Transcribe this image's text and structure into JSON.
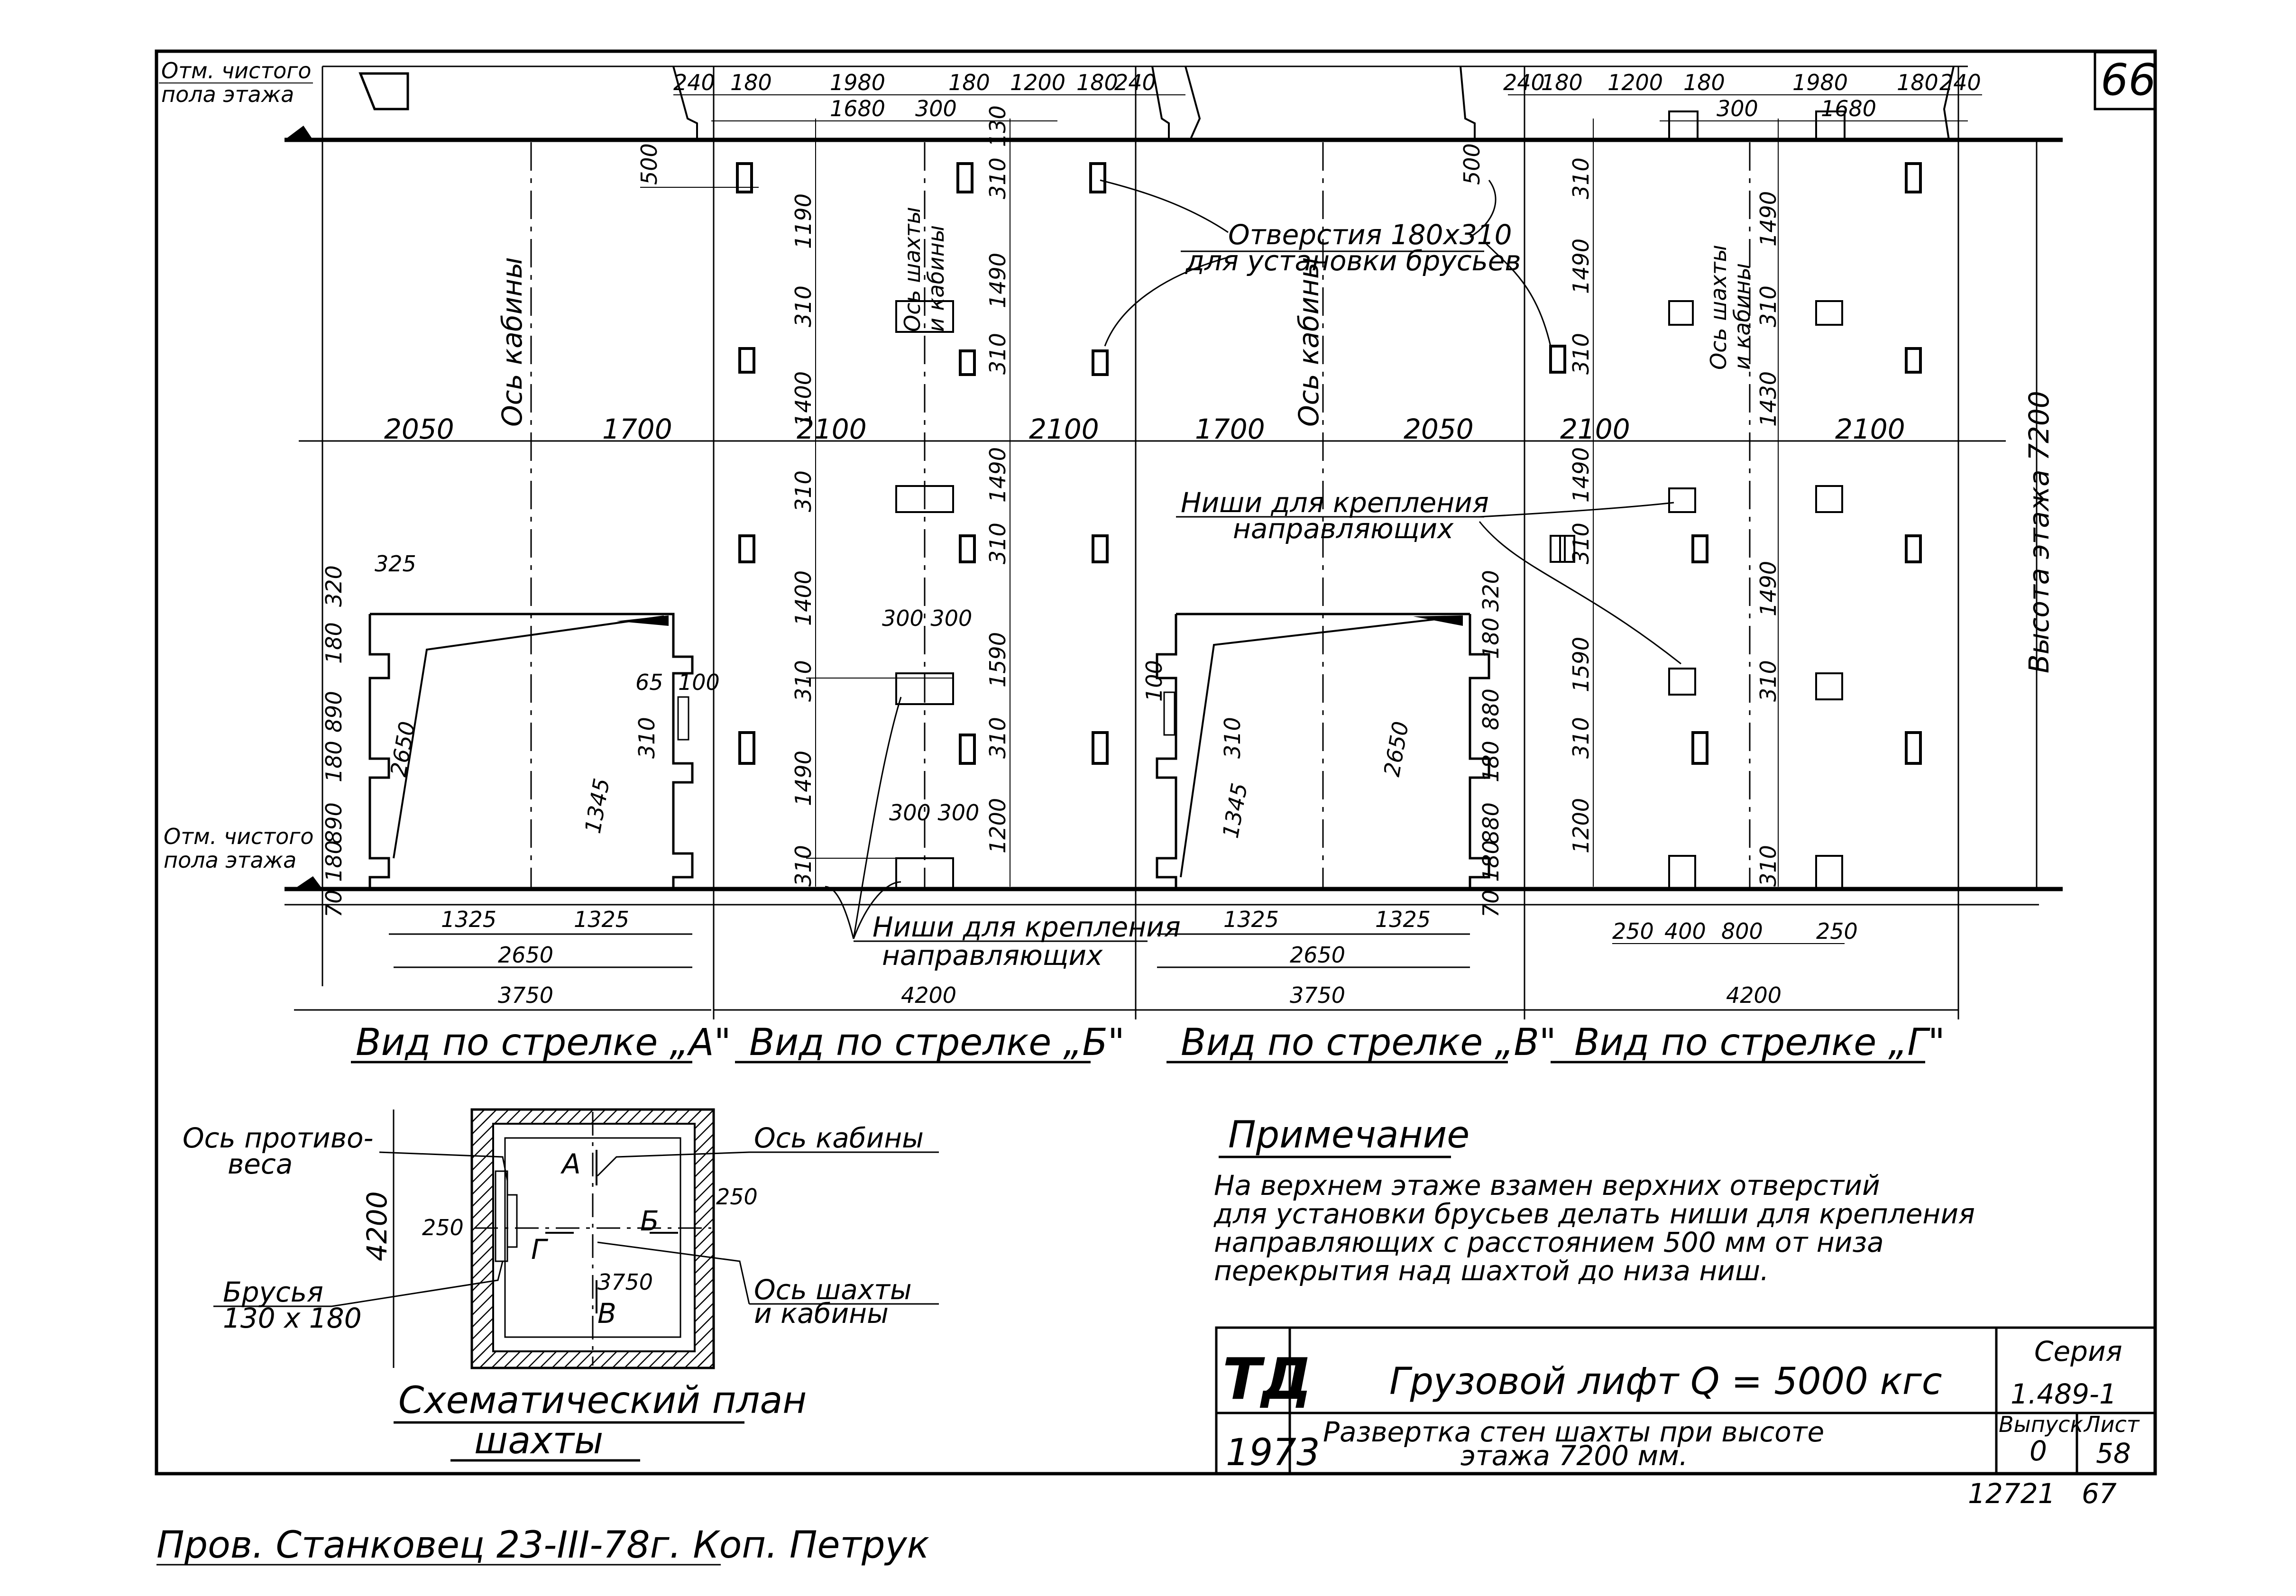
{
  "sheet": {
    "sheet_tag": "66",
    "floor_mark_top": [
      "Отм. чистого",
      "пола этажа"
    ],
    "floor_mark_bottom": [
      "Отм. чистого",
      "пола этажа"
    ],
    "holes_callout": [
      "Отверстия 180х310",
      "для установки брусьев"
    ],
    "niches_callout_upper": [
      "Ниши для крепления",
      "направляющих"
    ],
    "niches_callout_lower": [
      "Ниши для крепления",
      "направляющих"
    ],
    "floor_height_label": "Высота этажа 7200",
    "axes": {
      "cabin_a": "Ось кабины",
      "cabin_v": "Ось кабины",
      "shaft_b": [
        "Ось шахты",
        "и кабины"
      ],
      "shaft_g": [
        "Ось шахты",
        "и кабины"
      ]
    }
  },
  "views": {
    "a": {
      "caption": "Вид по стрелке „А\"",
      "width_dim": "3750",
      "span_dim": "2650",
      "left_half": "1325",
      "right_half": "1325",
      "upper_left": "2050",
      "upper_right": "1700",
      "door_height": "2650",
      "jamb": "1345",
      "small_dims": [
        "325",
        "320",
        "180",
        "890",
        "180",
        "890",
        "180",
        "70",
        "65",
        "100",
        "310"
      ]
    },
    "b": {
      "caption": "Вид по стрелке „Б\"",
      "width_dim": "4200",
      "upper_left": "2100",
      "upper_right": "2100",
      "top_dims": [
        "240",
        "180",
        "1980",
        "180",
        "1200",
        "180",
        "240"
      ],
      "second_row": [
        "1680",
        "300"
      ],
      "left_verticals": [
        "500",
        "1190",
        "310",
        "1400",
        "310",
        "1400",
        "310",
        "1490",
        "310"
      ],
      "right_verticals": [
        "130",
        "310",
        "1490",
        "310",
        "1490",
        "310",
        "1590",
        "310",
        "1200"
      ],
      "niche_pairs": [
        "300 300",
        "300 300"
      ]
    },
    "v": {
      "caption": "Вид по стрелке „В\"",
      "width_dim": "3750",
      "span_dim": "2650",
      "left_half": "1325",
      "right_half": "1325",
      "upper_left": "1700",
      "upper_right": "2050",
      "door_height": "2650",
      "jamb": "1345",
      "small_dims": [
        "100",
        "320",
        "180",
        "880",
        "180",
        "880",
        "180",
        "70",
        "310"
      ]
    },
    "g": {
      "caption": "Вид по стрелке „Г\"",
      "width_dim": "4200",
      "upper_left": "2100",
      "upper_right": "2100",
      "top_dims": [
        "240",
        "180",
        "1200",
        "180",
        "1980",
        "180",
        "240"
      ],
      "second_row": [
        "300",
        "1680"
      ],
      "bottom_dims": [
        "250",
        "400",
        "800",
        "250"
      ],
      "verticals": [
        "500",
        "310",
        "1490",
        "310",
        "1490",
        "310",
        "1430",
        "1490",
        "310",
        "1590",
        "310",
        "1490",
        "310",
        "1200",
        "310"
      ]
    }
  },
  "plan": {
    "title": [
      "Схематический план",
      "шахты"
    ],
    "counterweight_axis": [
      "Ось противо-",
      "веса"
    ],
    "cabin_axis": "Ось кабины",
    "shaft_axis": [
      "Ось шахты",
      "и кабины"
    ],
    "beams": [
      "Брусья",
      "130 х 180"
    ],
    "dim_height": "4200",
    "dim_width": "3750",
    "offset_left": "250",
    "offset_right": "250",
    "arrows": [
      "А",
      "Б",
      "В",
      "Г"
    ]
  },
  "note": {
    "heading": "Примечание",
    "lines": [
      "На верхнем этаже взамен верхних отверстий",
      "для установки брусьев делать ниши для крепления",
      "направляющих с расстоянием 500 мм от низа",
      "перекрытия над шахтой до низа ниш."
    ]
  },
  "title_block": {
    "logo": "ТД",
    "year": "1973",
    "title": "Грузовой лифт Q = 5000 кгс",
    "subtitle": [
      "Развертка стен шахты при высоте",
      "этажа 7200 мм."
    ],
    "series_label": "Серия",
    "series": "1.489-1",
    "issue_label": "Выпуск",
    "issue": "0",
    "sheet_label": "Лист",
    "sheet": "58",
    "archive_no": "12721",
    "page_no": "67"
  },
  "signature": "Пров. Станковец 23-III-78г. Коп. Петрук"
}
